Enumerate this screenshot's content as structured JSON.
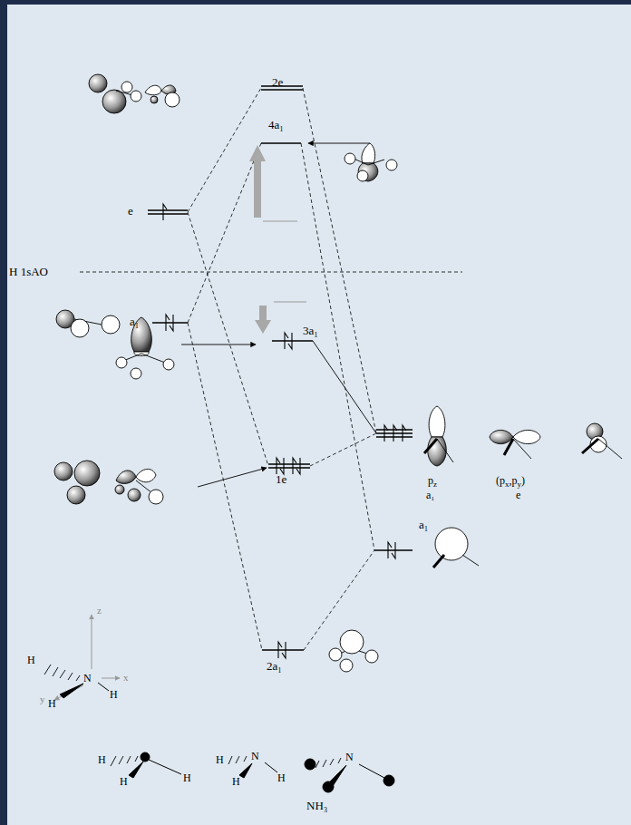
{
  "diagram": {
    "labels": [
      "2e",
      "4a₁",
      "e",
      "H 1sAO",
      "a₁",
      "3a₁",
      "1e",
      "p",
      "z",
      "a₁",
      "(p",
      "x",
      ",p",
      "y",
      ")",
      "e",
      "a₁",
      "2a₁",
      "z",
      "x",
      "y",
      "H",
      "N",
      "H",
      "H",
      "H",
      "H",
      "H",
      "H",
      "N",
      "H",
      "H",
      "N",
      "NH₃"
    ]
  }
}
